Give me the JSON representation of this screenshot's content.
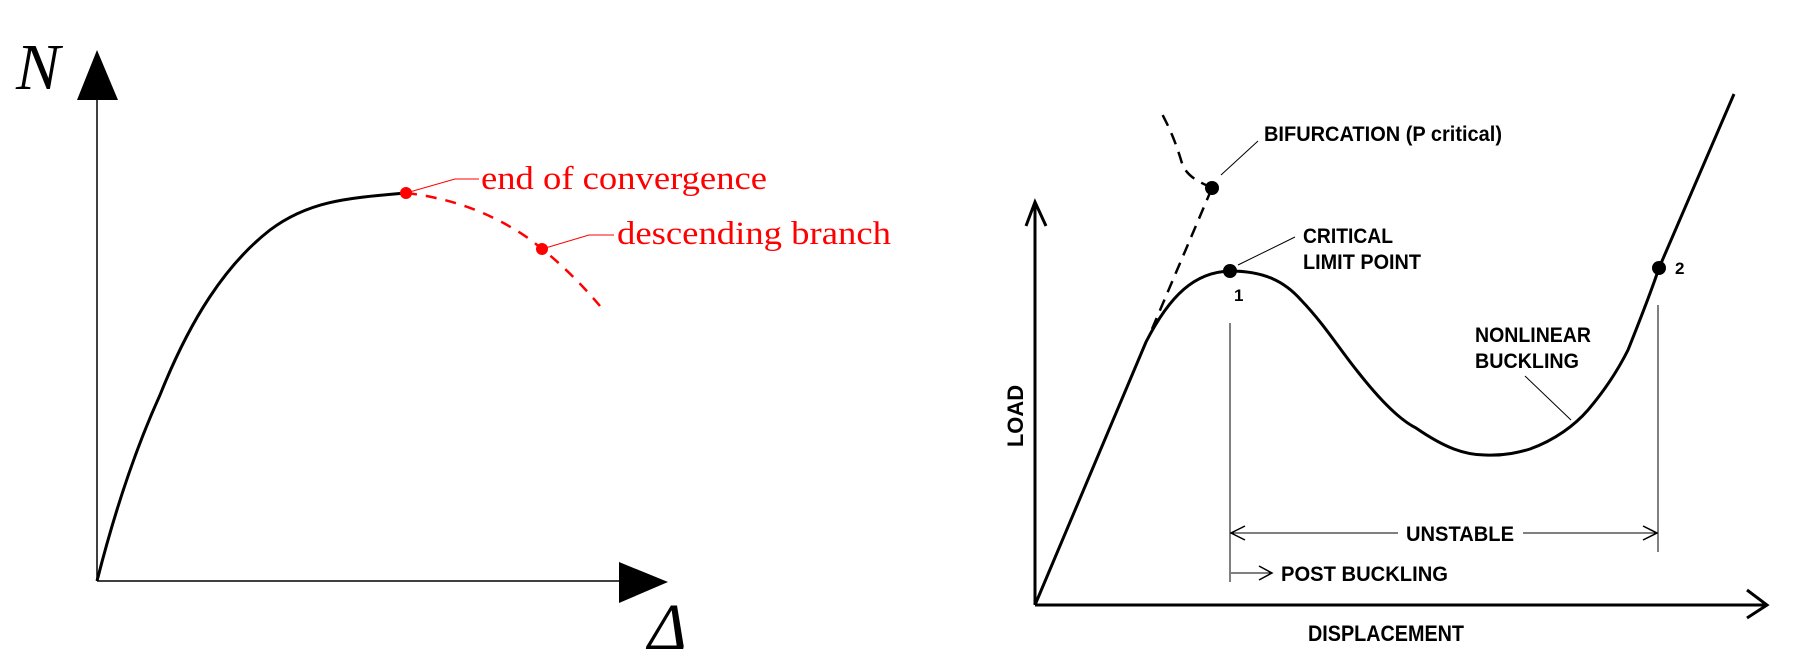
{
  "left_diagram": {
    "y_axis_label": "N",
    "x_axis_label": "Δ",
    "annotations": {
      "end_of_convergence": "end of convergence",
      "descending_branch": "descending branch"
    },
    "colors": {
      "curve": "#000000",
      "annotation": "#ff0000"
    }
  },
  "right_diagram": {
    "y_axis_label": "LOAD",
    "x_axis_label": "DISPLACEMENT",
    "annotations": {
      "bifurcation": "BIFURCATION (P critical)",
      "critical_line1": "CRITICAL",
      "critical_line2": "LIMIT POINT",
      "nonlinear_line1": "NONLINEAR",
      "nonlinear_line2": "BUCKLING",
      "unstable": "UNSTABLE",
      "post_buckling": "POST BUCKLING",
      "point1": "1",
      "point2": "2"
    },
    "colors": {
      "curve": "#000000"
    }
  }
}
